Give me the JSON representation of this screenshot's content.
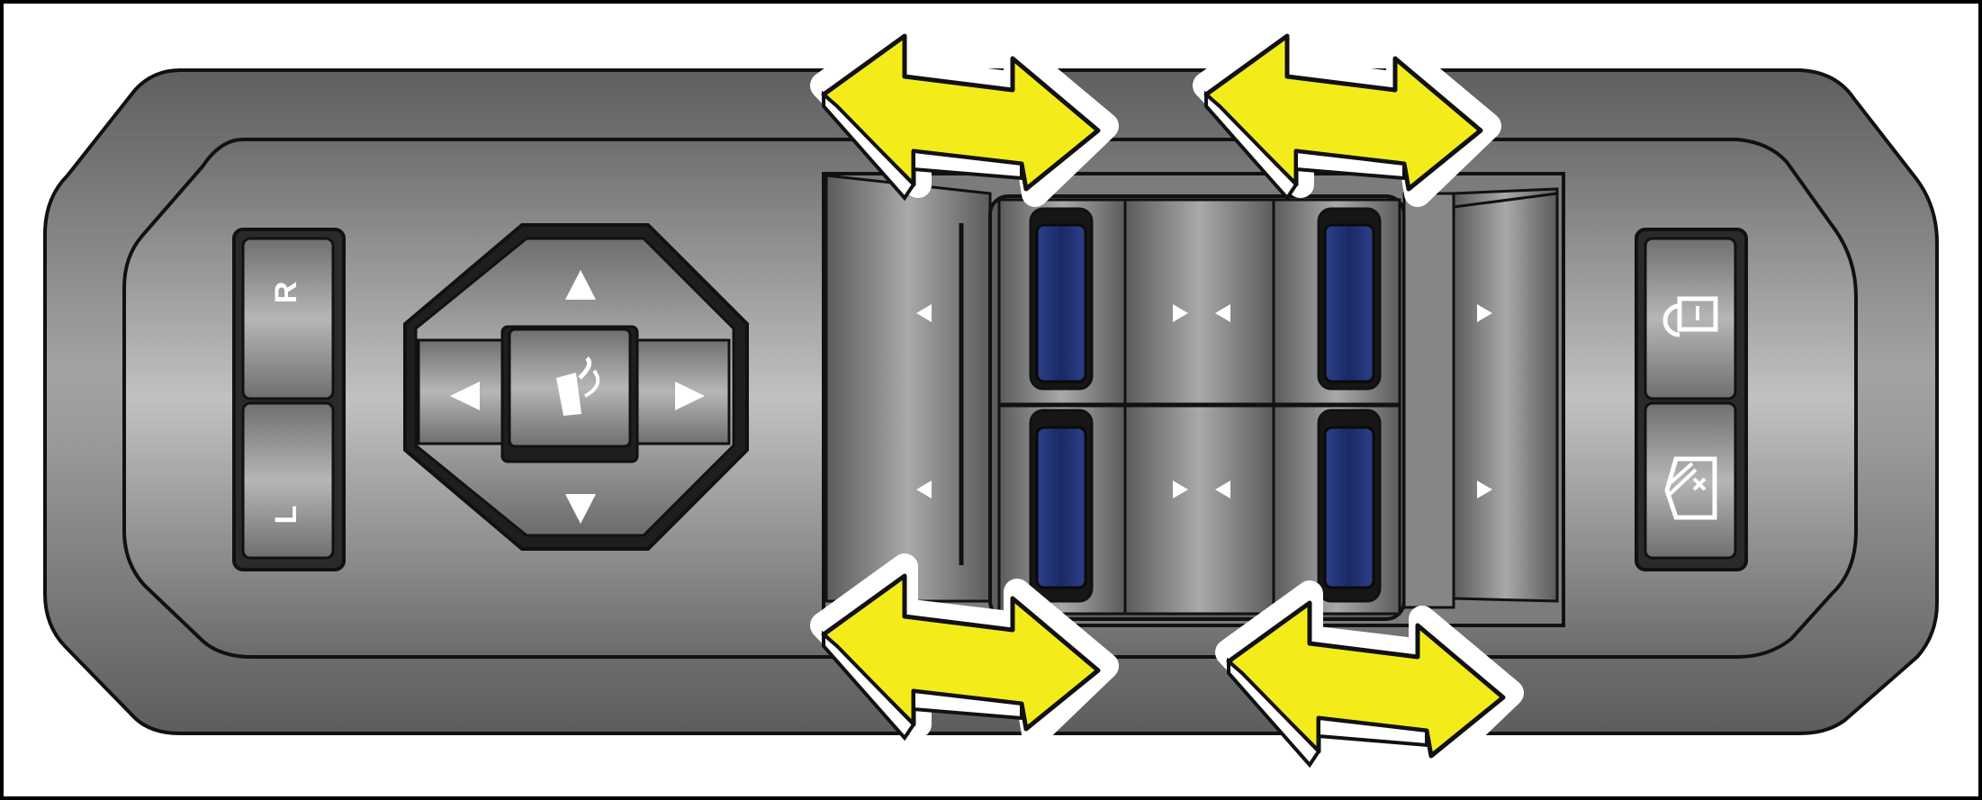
{
  "panel": {
    "mirror_selector": {
      "right_label": "R",
      "left_label": "L"
    },
    "mirror_joystick": {
      "directions": [
        "up-arrow-icon",
        "down-arrow-icon",
        "left-arrow-icon",
        "right-arrow-icon"
      ],
      "center_icon": "mirror-fold-icon"
    },
    "window_switches": {
      "count": 4,
      "button_color": "#1e2f6e"
    },
    "side_buttons": {
      "top_icon": "padlock-icon",
      "bottom_icon": "window-lockout-icon"
    }
  },
  "indicators": {
    "arrow_icon": "double-headed-arrow-icon",
    "arrow_color": "#f4ec1a",
    "arrow_count": 4
  },
  "colors": {
    "panel_outer": "#6a6b6d",
    "panel_inner": "#8f9092",
    "outline": "#111111"
  }
}
